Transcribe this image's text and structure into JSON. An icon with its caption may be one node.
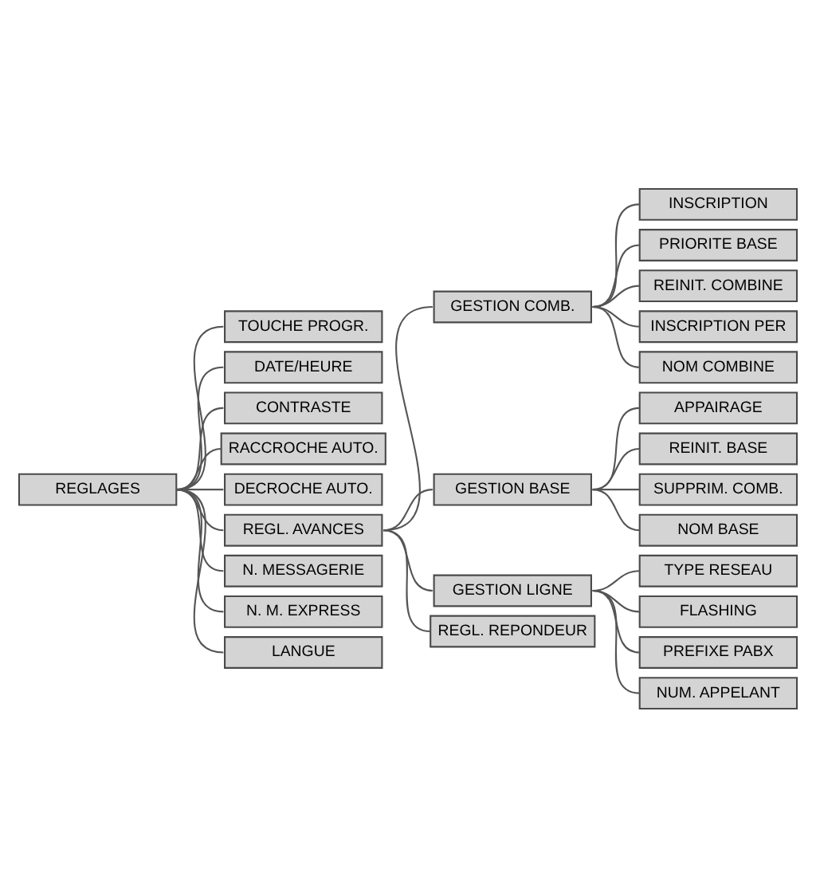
{
  "diagram": {
    "nodes": [
      {
        "text": [
          "REGLAGES"
        ]
      },
      {
        "text": [
          "TOUCHE PROGR."
        ]
      },
      {
        "text": [
          "DATE/HEURE"
        ]
      },
      {
        "text": [
          "CONTRASTE"
        ]
      },
      {
        "text": [
          "RACCROCHE AUTO."
        ]
      },
      {
        "text": [
          "DECROCHE AUTO."
        ]
      },
      {
        "text": [
          "REGL. AVANCES"
        ]
      },
      {
        "text": [
          "N. MESSAGERIE"
        ]
      },
      {
        "text": [
          "N. M. EXPRESS"
        ]
      },
      {
        "text": [
          "LANGUE"
        ]
      },
      {
        "text": [
          "GESTION COMB."
        ]
      },
      {
        "text": [
          "INSCRIPTION"
        ]
      },
      {
        "text": [
          "PRIORITE BASE"
        ]
      },
      {
        "text": [
          "REINIT. COMBINE"
        ]
      },
      {
        "text": [
          "INSCRIPTION PER"
        ]
      },
      {
        "text": [
          "NOM COMBINE"
        ]
      },
      {
        "text": [
          "GESTION BASE"
        ]
      },
      {
        "text": [
          "APPAIRAGE"
        ]
      },
      {
        "text": [
          "REINIT. BASE"
        ]
      },
      {
        "text": [
          "SUPPRIM. COMB."
        ]
      },
      {
        "text": [
          "NOM BASE"
        ]
      },
      {
        "text": [
          "GESTION LIGNE"
        ]
      },
      {
        "text": [
          "TYPE RESEAU"
        ]
      },
      {
        "text": [
          "FLASHING"
        ]
      },
      {
        "text": [
          "PREFIXE PABX"
        ]
      },
      {
        "text": [
          "NUM. APPELANT"
        ]
      },
      {
        "text": [
          "REGL. REPONDEUR"
        ]
      }
    ],
    "edges": [
      {
        "from": 0,
        "to": 1,
        "arrow": "none"
      },
      {
        "from": 0,
        "to": 2,
        "arrow": "none"
      },
      {
        "from": 0,
        "to": 3,
        "arrow": "none"
      },
      {
        "from": 0,
        "to": 4,
        "arrow": "none"
      },
      {
        "from": 0,
        "to": 5,
        "arrow": "none"
      },
      {
        "from": 0,
        "to": 6,
        "arrow": "none"
      },
      {
        "from": 0,
        "to": 7,
        "arrow": "none"
      },
      {
        "from": 0,
        "to": 8,
        "arrow": "none"
      },
      {
        "from": 0,
        "to": 9,
        "arrow": "none"
      },
      {
        "from": 6,
        "to": 10,
        "arrow": "none"
      },
      {
        "from": 6,
        "to": 16,
        "arrow": "none"
      },
      {
        "from": 6,
        "to": 21,
        "arrow": "none"
      },
      {
        "from": 6,
        "to": 26,
        "arrow": "none"
      },
      {
        "from": 10,
        "to": 11,
        "arrow": "none"
      },
      {
        "from": 10,
        "to": 12,
        "arrow": "none"
      },
      {
        "from": 10,
        "to": 13,
        "arrow": "none"
      },
      {
        "from": 10,
        "to": 14,
        "arrow": "none"
      },
      {
        "from": 10,
        "to": 15,
        "arrow": "none"
      },
      {
        "from": 16,
        "to": 17,
        "arrow": "none"
      },
      {
        "from": 16,
        "to": 18,
        "arrow": "none"
      },
      {
        "from": 16,
        "to": 19,
        "arrow": "none"
      },
      {
        "from": 16,
        "to": 20,
        "arrow": "none"
      },
      {
        "from": 21,
        "to": 22,
        "arrow": "none"
      },
      {
        "from": 21,
        "to": 23,
        "arrow": "none"
      },
      {
        "from": 21,
        "to": 24,
        "arrow": "none"
      },
      {
        "from": 21,
        "to": 25,
        "arrow": "none"
      }
    ]
  }
}
